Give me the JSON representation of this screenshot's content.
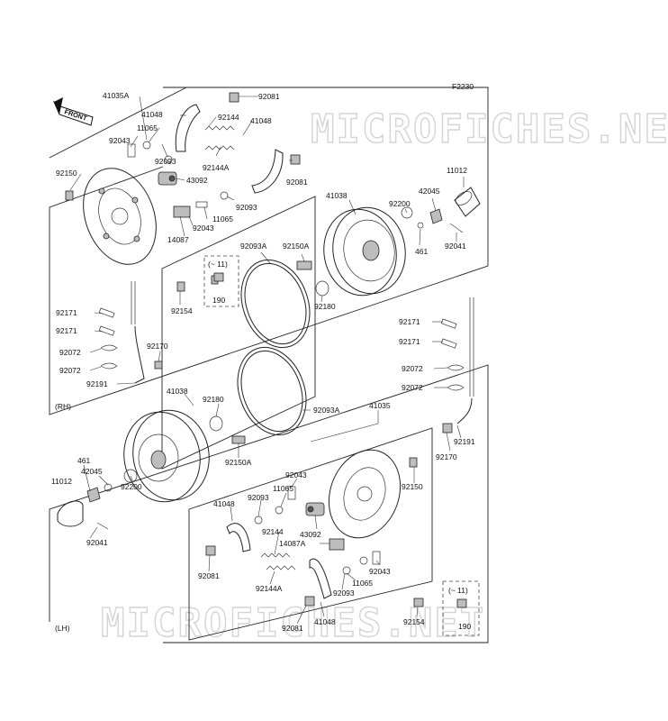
{
  "figure_code": "F2230",
  "direction_tag": "FRONT",
  "watermark": "MICROFICHES.NET",
  "sections": {
    "right": "(RH)",
    "left": "(LH)"
  },
  "notes": {
    "upper": "(~ 11)",
    "lower": "(~ 11)"
  },
  "rh_labels": {
    "l41035A": "41035A",
    "l41048a": "41048",
    "l92081a": "92081",
    "l92144": "92144",
    "l41048b": "41048",
    "l11065a": "11065",
    "l92043a": "92043",
    "l92093a": "92093",
    "l92144A": "92144A",
    "l92081b": "92081",
    "l92150": "92150",
    "l43092": "43092",
    "l92093b": "92093",
    "l11065b": "11065",
    "l92043b": "92043",
    "l14087": "14087",
    "l11012": "11012",
    "l42045": "42045",
    "l41038": "41038",
    "l92200": "92200",
    "l92093A": "92093A",
    "l92150A": "92150A",
    "l461": "461",
    "l92041": "92041",
    "l190": "190",
    "l92180": "92180",
    "l92154": "92154",
    "l92171a": "92171",
    "l92171b": "92171",
    "l92170": "92170",
    "l92072a": "92072",
    "l92072b": "92072",
    "l92191": "92191",
    "r92171a": "92171",
    "r92171b": "92171",
    "r92072a": "92072",
    "r92072b": "92072"
  },
  "lh_labels": {
    "l41038": "41038",
    "l92180": "92180",
    "l92093A": "92093A",
    "l41035": "41035",
    "l92191": "92191",
    "l461": "461",
    "l11012": "11012",
    "l42045": "42045",
    "l92200": "92200",
    "l92150A": "92150A",
    "l92170": "92170",
    "l92043a": "92043",
    "l92150": "92150",
    "l11065a": "11065",
    "l92093a": "92093",
    "l41048a": "41048",
    "l43092": "43092",
    "l92144": "92144",
    "l14087A": "14087A",
    "l92041": "92041",
    "l92043b": "92043",
    "l92081a": "92081",
    "l11065b": "11065",
    "l92144A": "92144A",
    "l92093b": "92093",
    "l190": "190",
    "l92154": "92154",
    "l92081b": "92081",
    "l41048b": "41048"
  }
}
